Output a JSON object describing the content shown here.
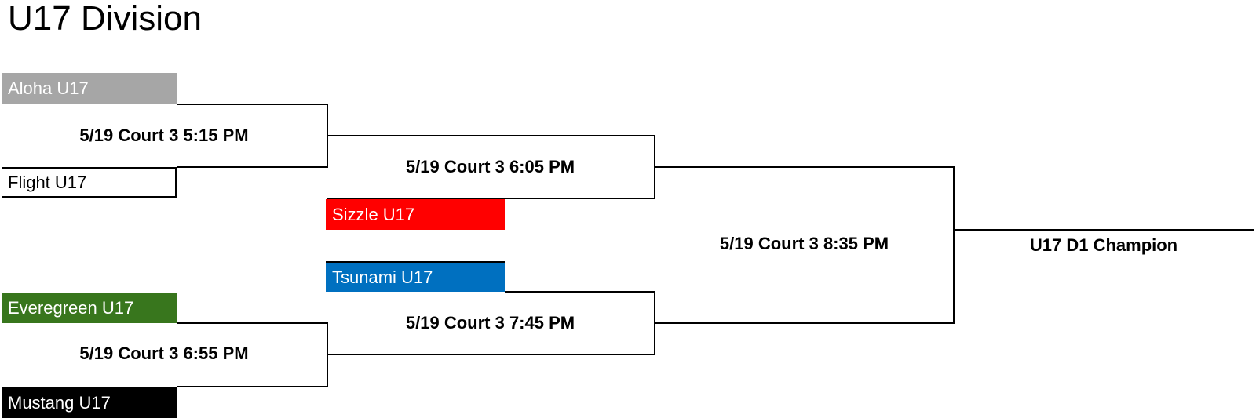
{
  "title": "U17 Division",
  "teams": {
    "aloha": "Aloha U17",
    "flight": "Flight U17",
    "sizzle": "Sizzle U17",
    "tsunami": "Tsunami U17",
    "everegreen": "Everegreen U17",
    "mustang": "Mustang U17"
  },
  "matches": {
    "m1": "5/19 Court 3 5:15 PM",
    "m2": "5/19 Court 3 6:55 PM",
    "m3": "5/19 Court 3 6:05 PM",
    "m4": "5/19 Court 3 7:45 PM",
    "m5": "5/19 Court 3 8:35 PM"
  },
  "champion": "U17 D1 Champion",
  "colors": {
    "aloha": "#a6a6a6",
    "sizzle": "#ff0000",
    "tsunami": "#0070c0",
    "everegreen": "#38761d",
    "mustang": "#000000"
  }
}
